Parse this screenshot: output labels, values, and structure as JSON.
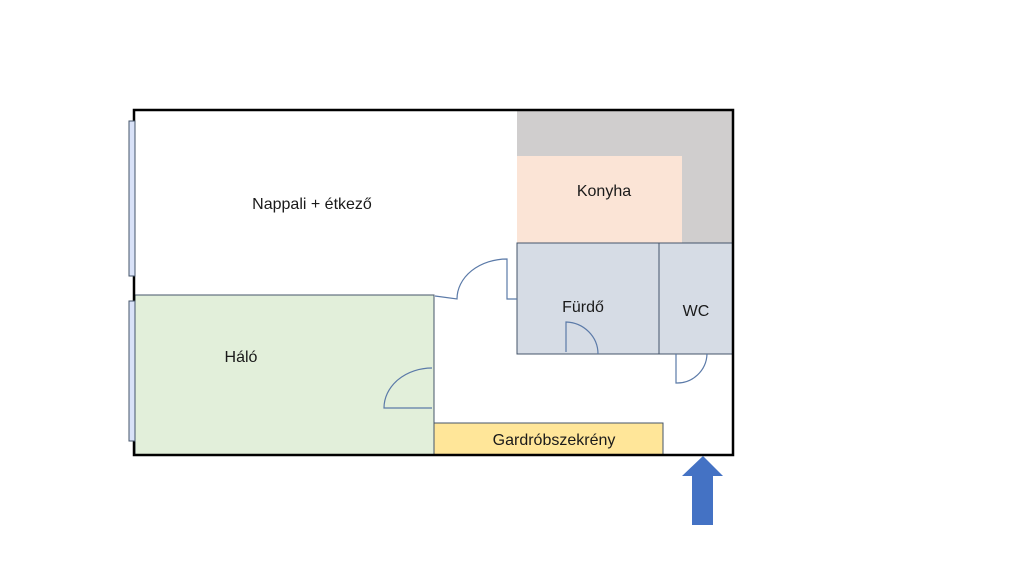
{
  "floor_plan": {
    "rooms": {
      "living": {
        "label": "Nappali + étkező",
        "color": "#ffffff"
      },
      "kitchen": {
        "label": "Konyha",
        "color": "#fbe4d6"
      },
      "counter": {
        "color": "#d0cece"
      },
      "bathroom": {
        "label": "Fürdő",
        "color": "#d6dce5"
      },
      "wc": {
        "label": "WC",
        "color": "#d6dce5"
      },
      "bedroom": {
        "label": "Háló",
        "color": "#e2efda"
      },
      "wardrobe": {
        "label": "Gardróbszekrény",
        "color": "#ffe699"
      }
    },
    "colors": {
      "wall": "#000000",
      "room_border": "#44546a",
      "door": "#5b7aa8",
      "window_fill": "#d9e2f8",
      "window_border": "#44546a",
      "entrance_arrow": "#4472c4"
    },
    "entrance_arrow_direction": "up"
  }
}
